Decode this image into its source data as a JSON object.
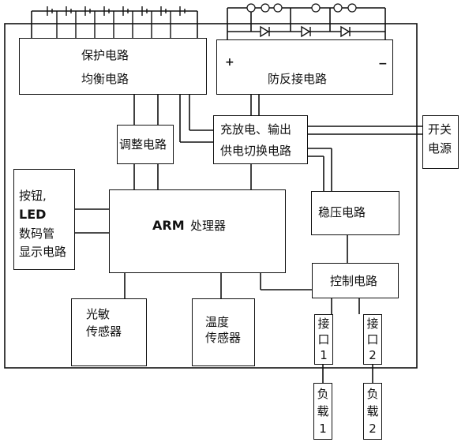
{
  "blocks": {
    "protect": {
      "line1": "保护电路",
      "line2": "均衡电路"
    },
    "anti_reverse": {
      "label": "防反接电路",
      "plus": "+",
      "minus": "−"
    },
    "adjust": {
      "label": "调整电路"
    },
    "charge_switch": {
      "line1": "充放电、输出",
      "line2": "供电切换电路"
    },
    "switch_power": {
      "line1": "开关",
      "line2": "电源"
    },
    "buttons": {
      "line1": "按钮,",
      "line2": "LED",
      "line3": "数码管",
      "line4": "显示电路"
    },
    "arm": {
      "arm": "ARM",
      "rest": "处理器"
    },
    "regulator": {
      "label": "稳压电路"
    },
    "control": {
      "label": "控制电路"
    },
    "light_sensor": {
      "line1": "光敏",
      "line2": "传感器"
    },
    "temp_sensor": {
      "line1": "温度",
      "line2": "传感器"
    },
    "port1": {
      "c1": "接",
      "c2": "口",
      "c3": "1"
    },
    "port2": {
      "c1": "接",
      "c2": "口",
      "c3": "2"
    },
    "load1": {
      "c1": "负",
      "c2": "载",
      "c3": "1"
    },
    "load2": {
      "c1": "负",
      "c2": "载",
      "c3": "2"
    }
  },
  "components": {
    "battery_cells_count": 8,
    "supercap_count": 6,
    "diode_count": 3
  }
}
